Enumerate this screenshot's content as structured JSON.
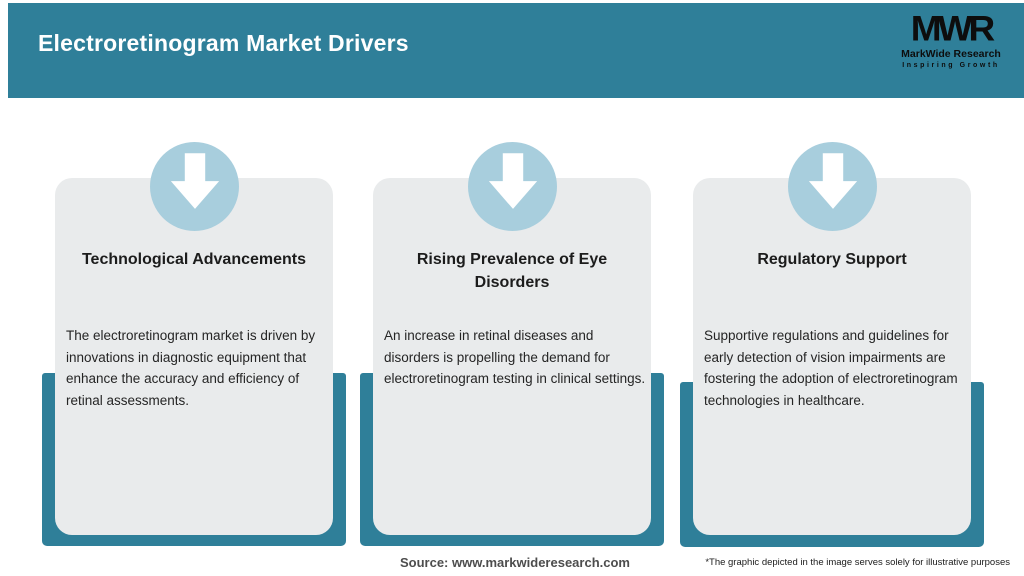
{
  "header": {
    "title": "Electroretinogram Market Drivers"
  },
  "logo": {
    "acronym": "MWR",
    "company": "MarkWide Research",
    "tagline": "Inspiring Growth"
  },
  "cards": [
    {
      "title": "Technological Advancements",
      "body": "The electroretinogram market is driven by innovations in diagnostic equipment that enhance the accuracy and efficiency of retinal assessments.",
      "icon": "down-arrow-icon"
    },
    {
      "title": "Rising Prevalence of Eye Disorders",
      "body": "An increase in retinal diseases and disorders is propelling the demand for electroretinogram testing in clinical settings.",
      "icon": "down-arrow-icon"
    },
    {
      "title": "Regulatory Support",
      "body": "Supportive regulations and guidelines for early detection of vision impairments are fostering the adoption of electroretinogram technologies in healthcare.",
      "icon": "down-arrow-icon"
    }
  ],
  "footer": {
    "source": "Source: www.markwideresearch.com",
    "disclaimer": "*The graphic depicted in the image serves solely for illustrative purposes"
  },
  "colors": {
    "teal": "#2f7f99",
    "circle_blue": "#a8cedd",
    "card_gray": "#e9ebec",
    "source_text": "#4d4d4d",
    "title_text": "#1c1c1c"
  }
}
